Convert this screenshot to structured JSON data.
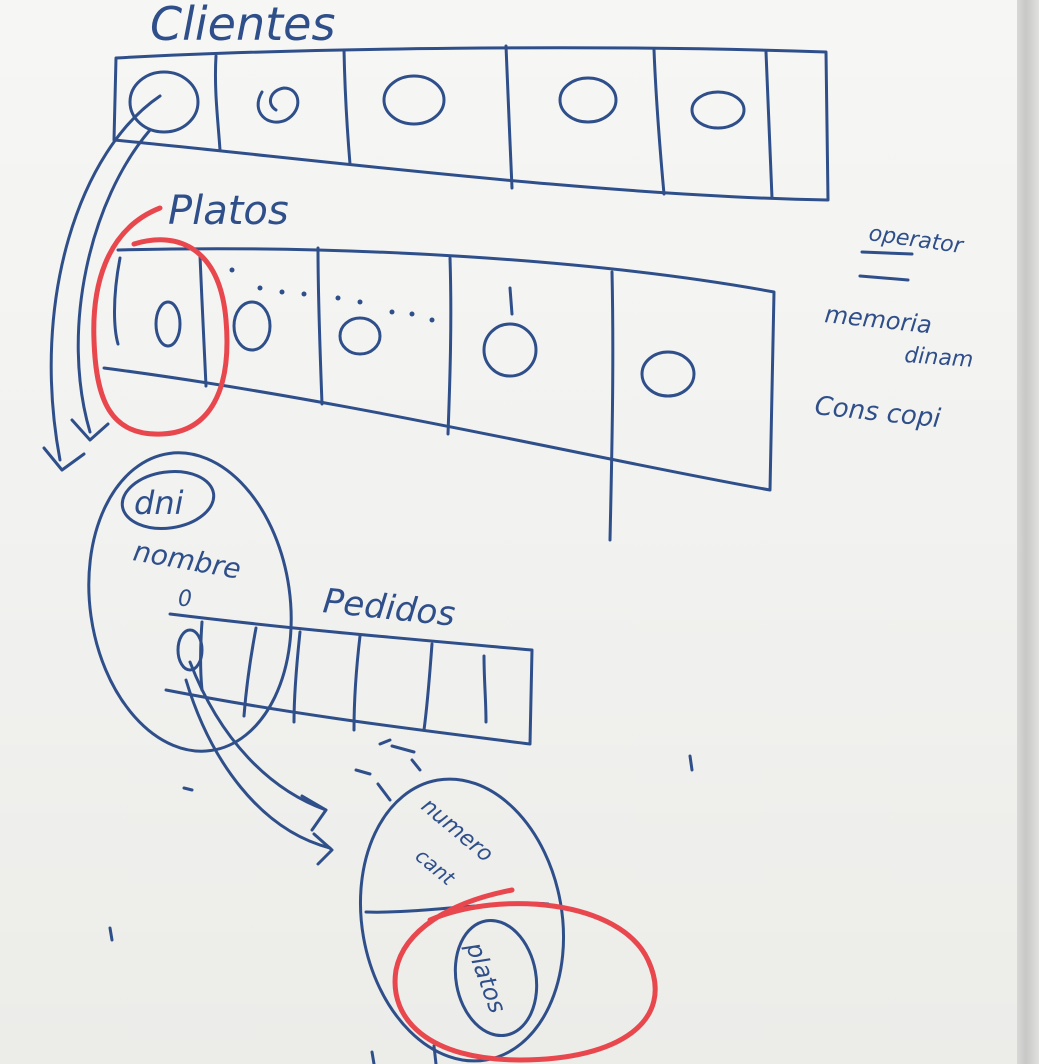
{
  "colors": {
    "board": "#f2f2f0",
    "marker_blue": "#2f4f8a",
    "marker_red": "#e8474d"
  },
  "labels": {
    "clientes": "Clientes",
    "platos": "Platos",
    "operator": "operator",
    "memoria": "memoria",
    "dinam": "dinam",
    "cons_copi": "Cons copi",
    "dni": "dni",
    "nombre": "nombre",
    "zero": "0",
    "pedidos": "Pedidos",
    "numero": "numero",
    "cant": "cant",
    "platos_small": "platos"
  }
}
